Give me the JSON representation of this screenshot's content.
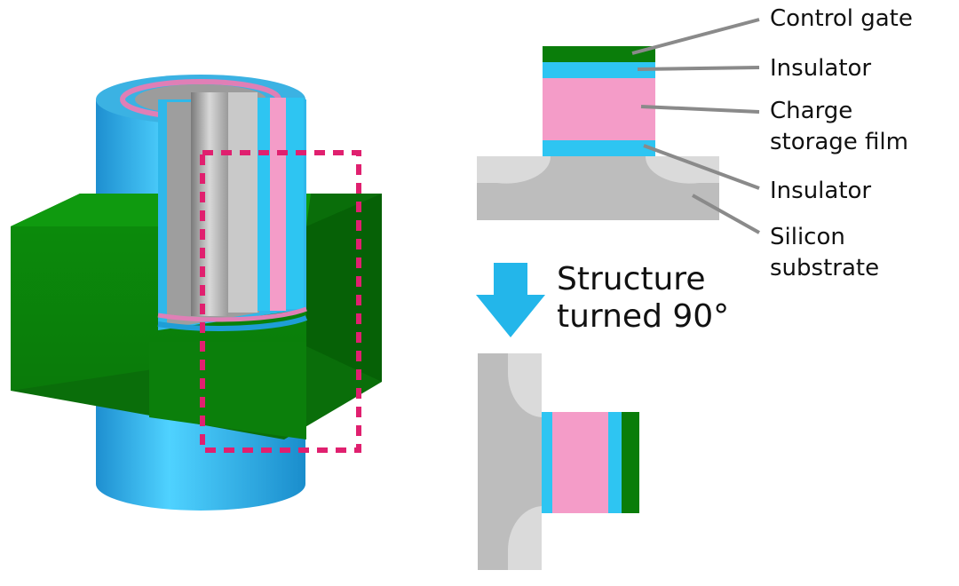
{
  "colors": {
    "control_gate": "#0a7d0a",
    "insulator": "#2ec5f2",
    "charge_storage": "#f49cc8",
    "silicon": "#bfbfbf",
    "highlight_box": "#e0206f",
    "arrow": "#23b6ea",
    "leader_line": "#8a8a8a"
  },
  "labels": {
    "control_gate": "Control gate",
    "insulator_top": "Insulator",
    "charge_storage_1": "Charge",
    "charge_storage_2": "storage film",
    "insulator_bottom": "Insulator",
    "silicon_1": "Silicon",
    "silicon_2": "substrate"
  },
  "transition": {
    "line_1": "Structure",
    "line_2": "turned 90°",
    "icon": "down-arrow-icon"
  }
}
